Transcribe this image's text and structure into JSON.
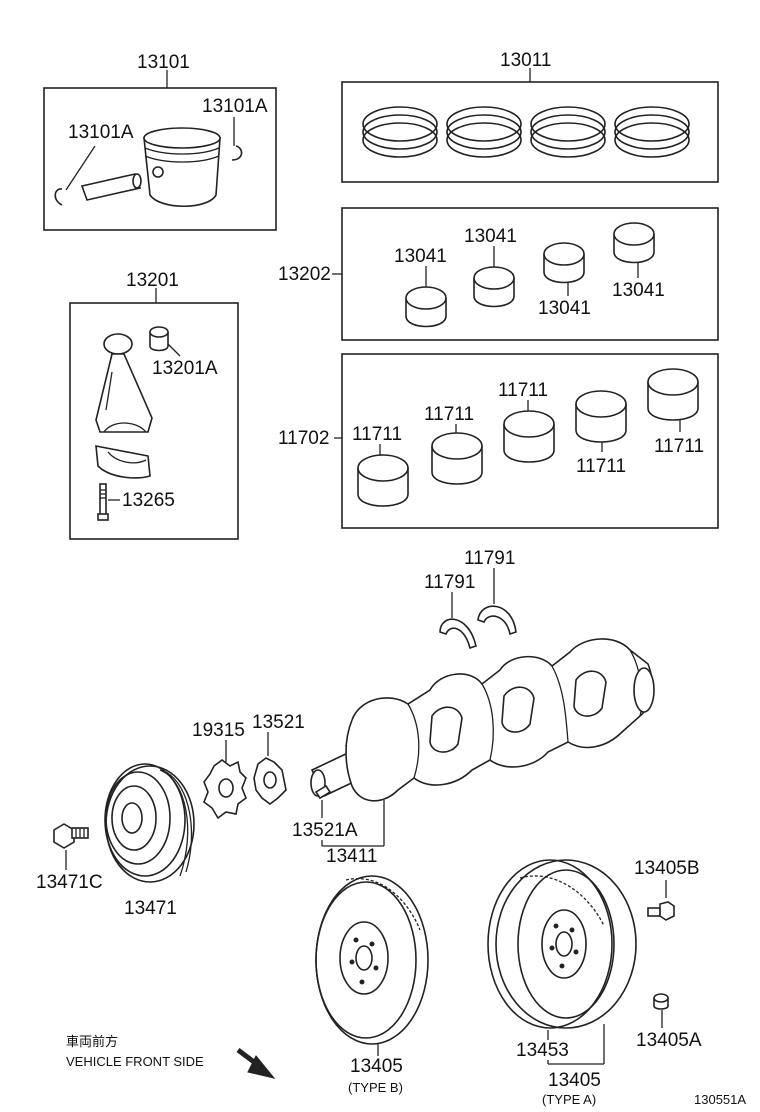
{
  "labels": {
    "p13101": "13101",
    "p13101a_l": "13101A",
    "p13101a_r": "13101A",
    "p13011": "13011",
    "p13202": "13202",
    "p13041_1": "13041",
    "p13041_2": "13041",
    "p13041_3": "13041",
    "p13041_4": "13041",
    "p13201": "13201",
    "p13201a": "13201A",
    "p13265": "13265",
    "p11702": "11702",
    "p11711_1": "11711",
    "p11711_2": "11711",
    "p11711_3": "11711",
    "p11711_4": "11711",
    "p11711_5": "11711",
    "p11791_top": "11791",
    "p11791_left": "11791",
    "p19315": "19315",
    "p13521": "13521",
    "p13521a": "13521A",
    "p13411": "13411",
    "p13471c": "13471C",
    "p13471": "13471",
    "p13405b": "13405B",
    "p13405a": "13405A",
    "p13405_b": "13405",
    "type_b": "(TYPE B)",
    "p13453": "13453",
    "p13405_a": "13405",
    "type_a": "(TYPE A)",
    "front_jp": "車両前方",
    "front_en": "VEHICLE FRONT SIDE",
    "diagram_code": "130551A"
  },
  "icons": {
    "front_arrow": "arrow-down-right-icon"
  }
}
